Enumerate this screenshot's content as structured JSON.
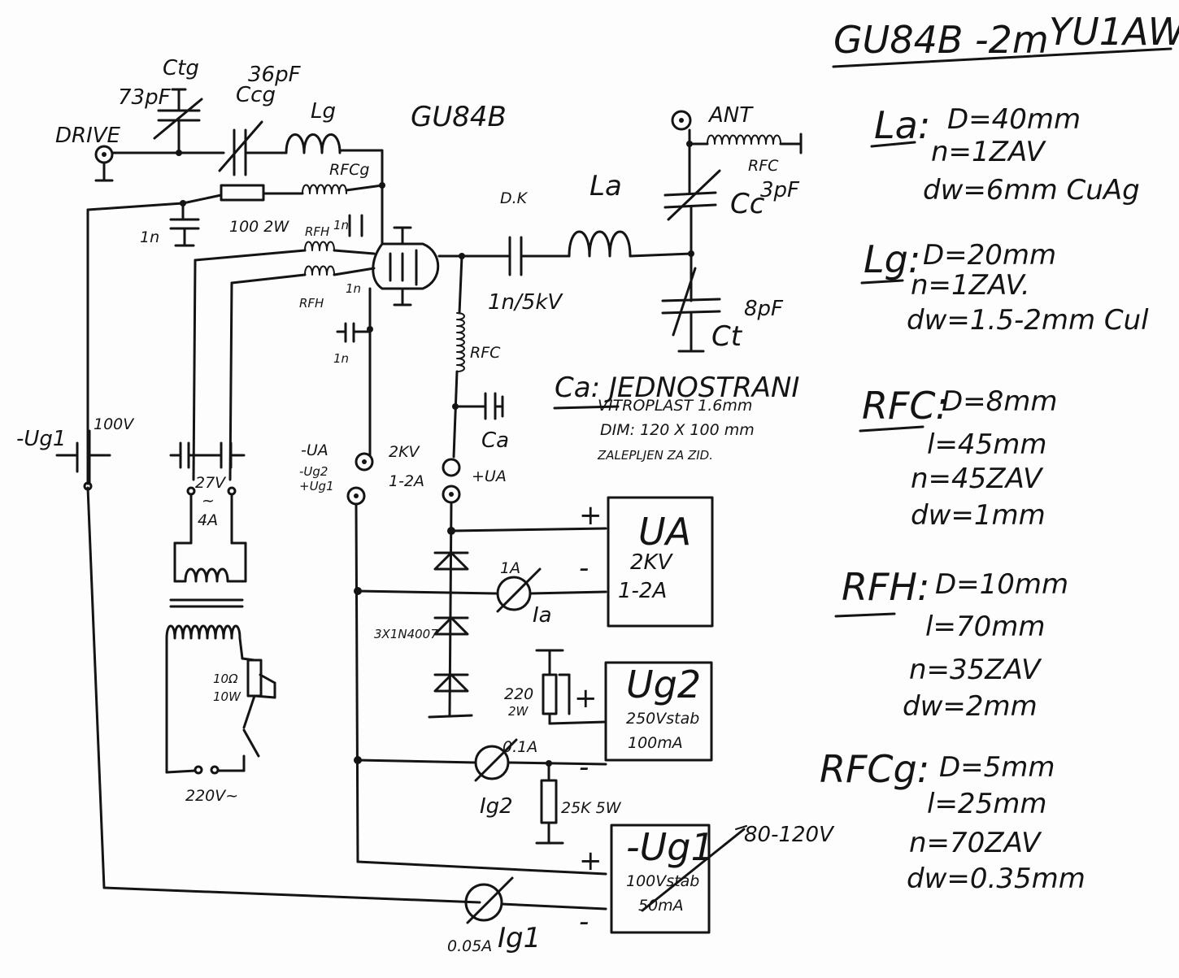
{
  "header": {
    "title": "GU84B -2m",
    "callsign": "YU1AW"
  },
  "tube": {
    "label": "GU84B"
  },
  "input": {
    "drive": "DRIVE",
    "ctg_label": "Ctg",
    "ctg_value": "73pF",
    "ccg_label": "Ccg",
    "ccg_value": "36pF",
    "lg_label": "Lg",
    "rfcg_label": "RFCg",
    "resistor": "100 2W",
    "bypass_1": "1n",
    "bypass_2": "1n",
    "bypass_3": "1n",
    "bypass_4": "1n",
    "rfh_1": "RFH",
    "rfh_2": "RFH"
  },
  "output": {
    "ant": "ANT",
    "rfc_ant": "RFC",
    "la_label": "La",
    "dk_label": "D.K",
    "coupling_cap": "1n/5kV",
    "cc_label": "Cc",
    "cc_value": "3pF",
    "ct_label": "Ct",
    "ct_value": "8pF",
    "rfc_label": "RFC",
    "ca_label": "Ca"
  },
  "ca_note": {
    "line1": "Ca: JEDNOSTRANI",
    "line2": "VITROPLAST 1.6mm",
    "line3": "DIM: 120 X 100 mm",
    "line4": "ZALEPLJEN ZA ZID."
  },
  "connectors": {
    "ug1_bias": "-Ug1",
    "bias_value": "100V",
    "filament_v": "27V",
    "filament_ac": "~",
    "filament_a": "4A",
    "ua_minus": "-UA",
    "ug2_minus": "-Ug2",
    "ug1_plus": "+Ug1",
    "kv": "2KV",
    "ka": "1-2A",
    "ua_plus": "+UA",
    "mains": "220V~",
    "res_value": "10Ω",
    "res_power": "10W"
  },
  "supplies": {
    "ua": {
      "name": "UA",
      "l1": "2KV",
      "l2": "1-2A",
      "plus": "+",
      "minus": "-"
    },
    "ug2": {
      "name": "Ug2",
      "l1": "250Vstab",
      "l2": "100mA",
      "plus": "+",
      "minus": "-"
    },
    "ug1": {
      "name": "-Ug1",
      "l1": "100Vstab",
      "l2": "50mA",
      "plus": "+",
      "minus": "-",
      "range": "80-120V"
    }
  },
  "meters": {
    "ia": "Ia",
    "ia_range": "1A",
    "ig2": "Ig2",
    "ig2_range": "0.1A",
    "ig1": "Ig1",
    "ig1_range": "0.05A"
  },
  "parts": {
    "diodes": "3X1N4007",
    "r220_value": "220",
    "r220_power": "2W",
    "r25k": "25K 5W"
  },
  "specs": {
    "la": {
      "head": "La:",
      "l1": "D=40mm",
      "l2": "n=1ZAV",
      "l3": "dw=6mm CuAg"
    },
    "lg": {
      "head": "Lg:",
      "l1": "D=20mm",
      "l2": "n=1ZAV.",
      "l3": "dw=1.5-2mm Cul"
    },
    "rfc": {
      "head": "RFC:",
      "l1": "D=8mm",
      "l2": "l=45mm",
      "l3": "n=45ZAV",
      "l4": "dw=1mm"
    },
    "rfh": {
      "head": "RFH:",
      "l1": "D=10mm",
      "l2": "l=70mm",
      "l3": "n=35ZAV",
      "l4": "dw=2mm"
    },
    "rfcg": {
      "head": "RFCg:",
      "l1": "D=5mm",
      "l2": "l=25mm",
      "l3": "n=70ZAV",
      "l4": "dw=0.35mm"
    }
  }
}
